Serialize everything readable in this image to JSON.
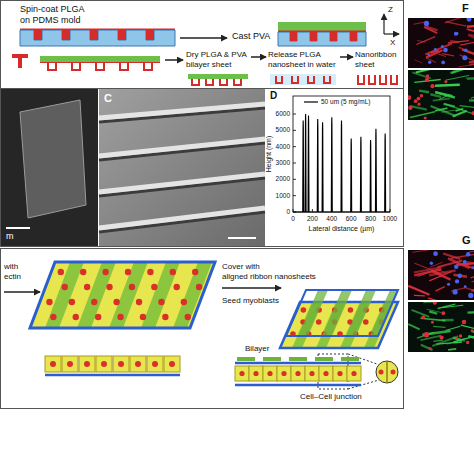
{
  "diagram": {
    "labels": [
      "Spin-coat PLGA",
      "on PDMS mold",
      "Cast PVA",
      "Z",
      "X",
      "Dry PLGA & PVA",
      "bilayer sheet",
      "Release PLGA",
      "nanosheet in water",
      "Nanoribbon",
      "sheet",
      "m",
      "C",
      "D",
      "Height (nm)",
      "6000",
      "5000",
      "4000",
      "3000",
      "2000",
      "1000",
      "0",
      "0",
      "200",
      "400",
      "600",
      "800",
      "1000",
      "Lateral distance (µm)",
      "F",
      "G",
      "with",
      "ectin",
      "Cover with",
      "aligned ribbon nanosheets",
      "Seed myoblasts",
      "Bilayer",
      "Cell–Cell junction"
    ],
    "legend": [
      {
        "text": "50 um (5 mg/mL)"
      }
    ]
  }
}
